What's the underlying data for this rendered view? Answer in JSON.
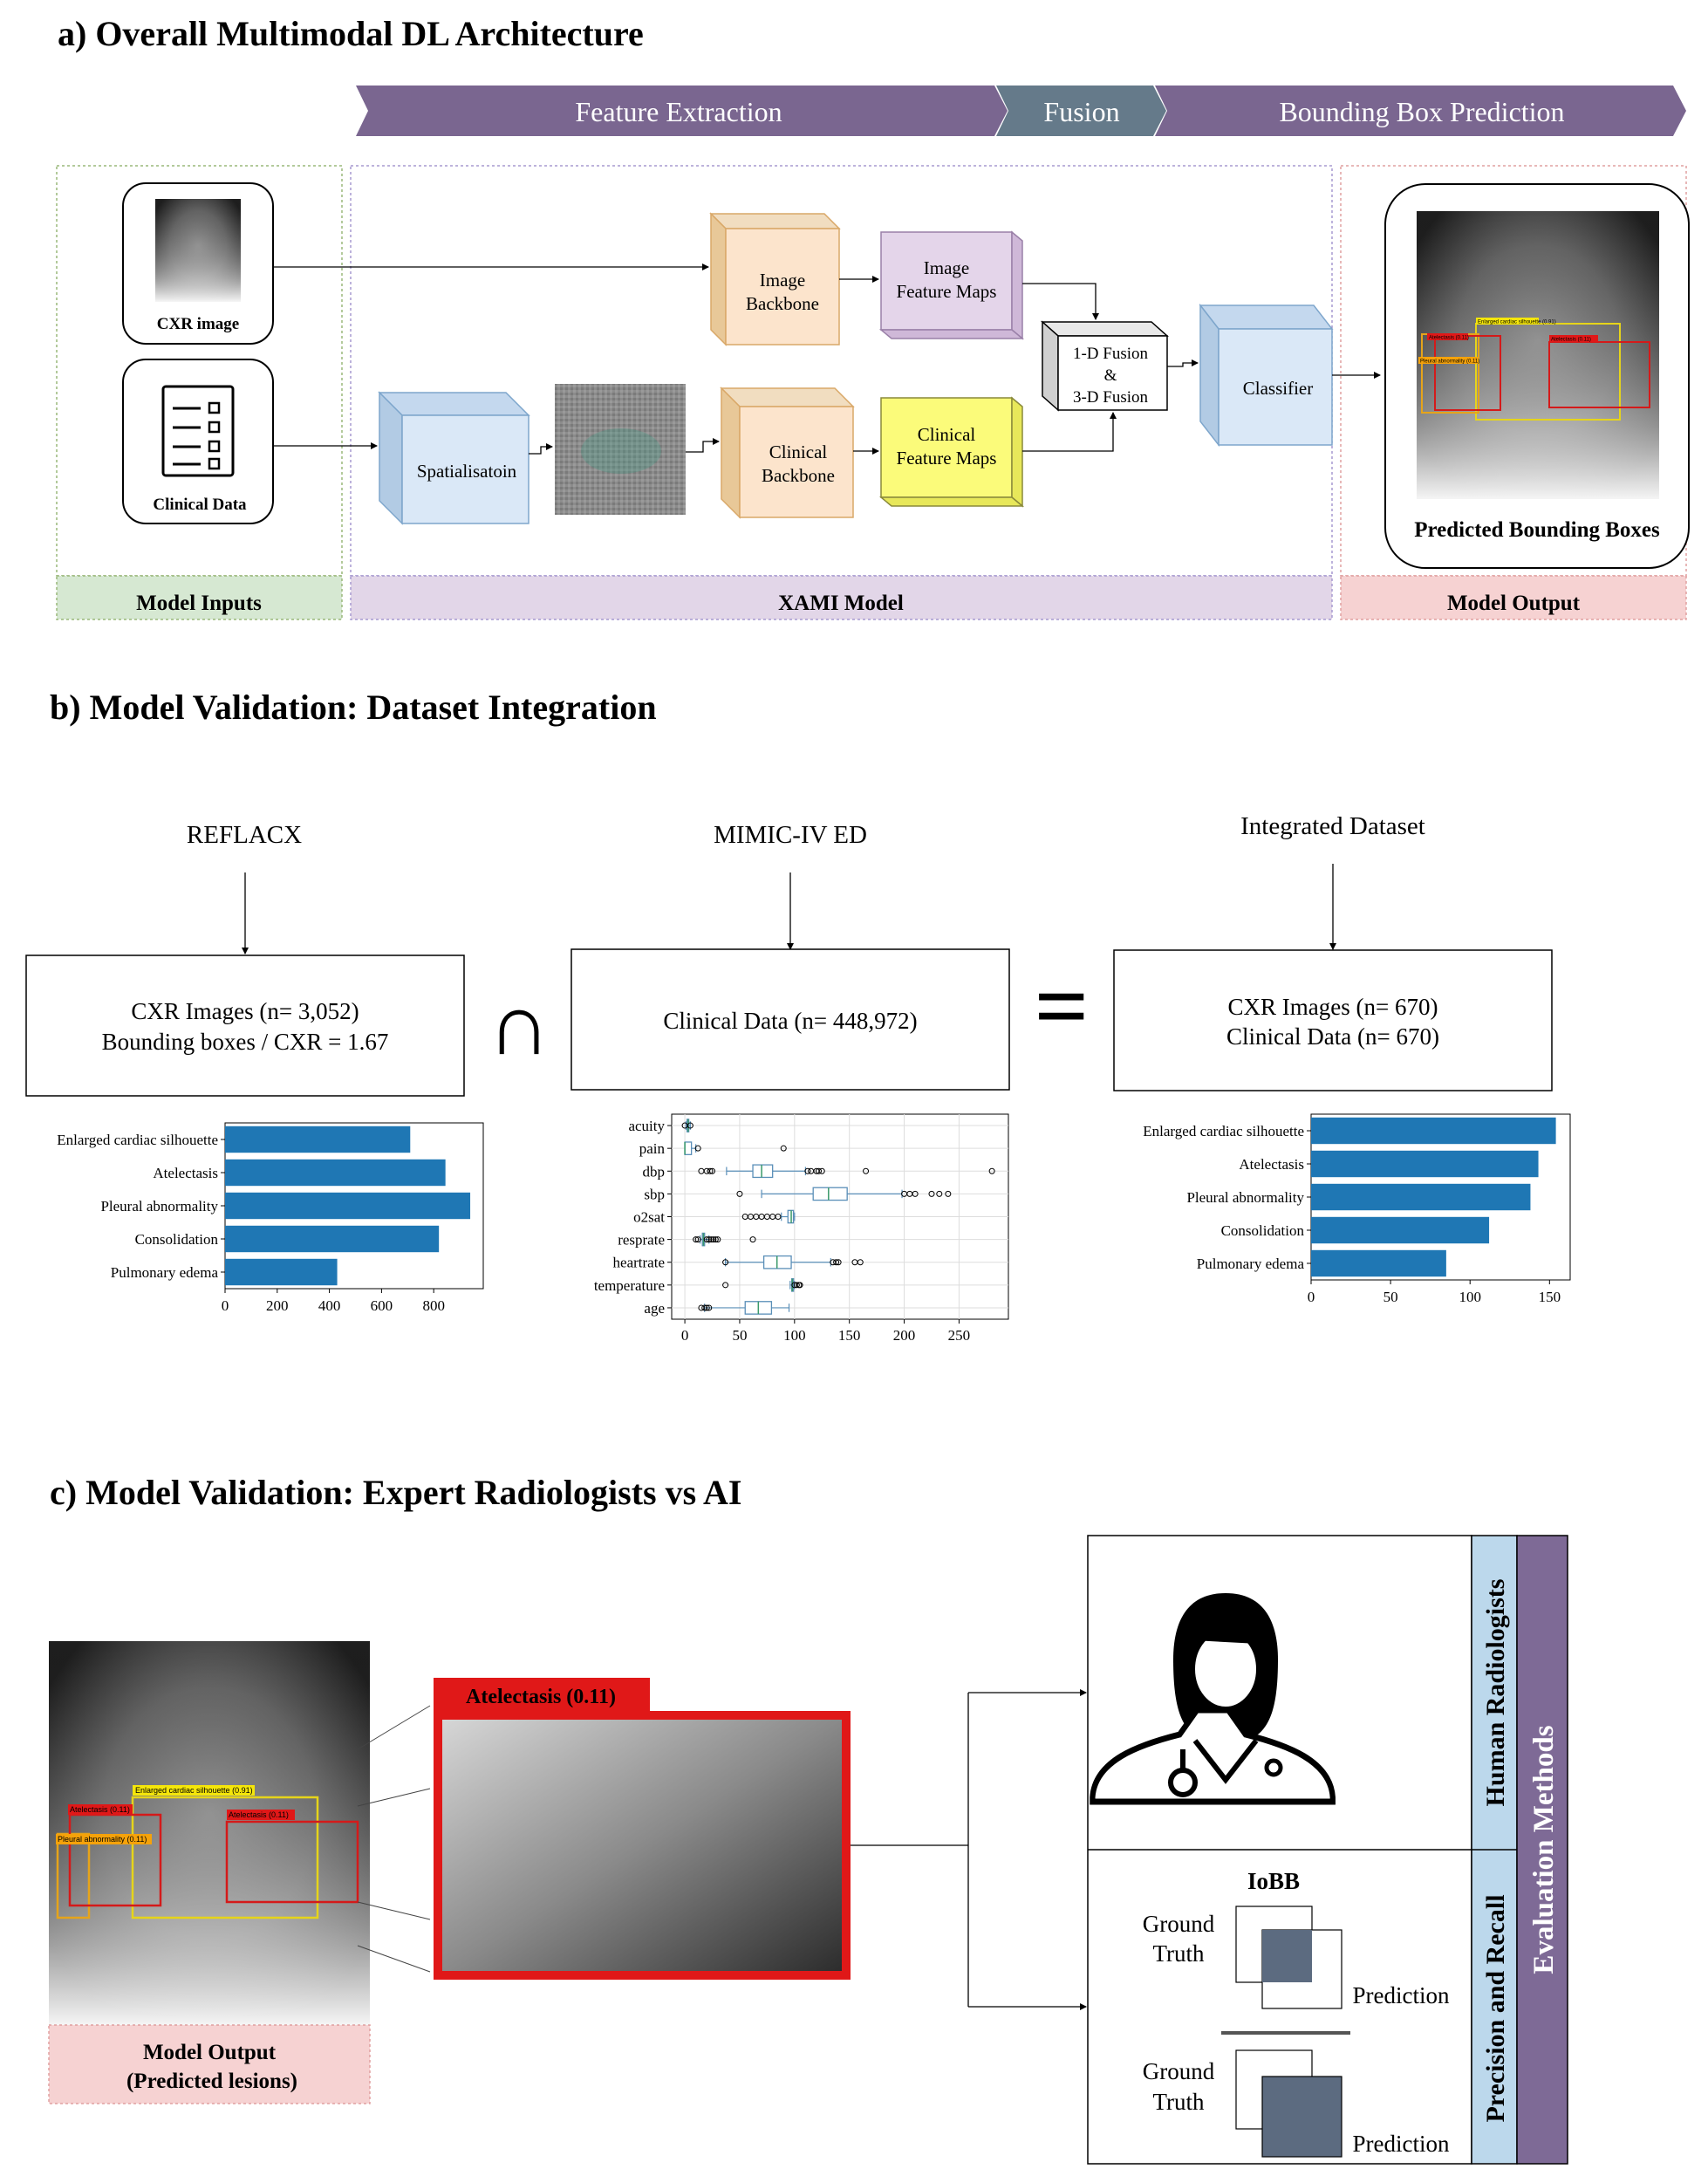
{
  "section_a": {
    "heading": "a) Overall Multimodal DL Architecture",
    "banner": [
      "Feature Extraction",
      "Fusion",
      "Bounding Box Prediction"
    ],
    "inputs": {
      "cxr": "CXR image",
      "clinical": "Clinical Data",
      "footer": "Model Inputs"
    },
    "model": {
      "image_backbone": "Image Backbone",
      "image_maps": "Image Feature Maps",
      "spatial": "Spatialisatoin",
      "clinical_backbone": "Clinical Backbone",
      "clinical_maps": "Clinical Feature Maps",
      "fusion": [
        "1-D Fusion",
        "&",
        "3-D Fusion"
      ],
      "classifier": "Classifier",
      "footer": "XAMI Model"
    },
    "output": {
      "caption": "Predicted Bounding Boxes",
      "footer": "Model Output",
      "box_labels": [
        "Enlarged cardiac silhouette (0.91)",
        "Atelectasis (0.11)",
        "Pleural abnormality (0.11)",
        "Atelectasis (0.11)"
      ]
    }
  },
  "section_b": {
    "heading": "b) Model Validation: Dataset Integration",
    "sources": [
      "REFLACX",
      "MIMIC-IV ED",
      "Integrated Dataset"
    ],
    "box1": [
      "CXR Images (n= 3,052)",
      "Bounding boxes / CXR = 1.67"
    ],
    "box2": [
      "Clinical Data (n= 448,972)"
    ],
    "box3": [
      "CXR Images (n= 670)",
      "Clinical Data (n= 670)"
    ],
    "operators": [
      "∩",
      "="
    ]
  },
  "section_c": {
    "heading": "c) Model Validation: Expert Radiologists vs AI",
    "zoom_label": "Atelectasis (0.11)",
    "output_caption": [
      "Model Output",
      "(Predicted lesions)"
    ],
    "human": "Human Radiologists",
    "precision": "Precision and Recall",
    "evaluation": "Evaluation Methods",
    "iobb": "IoBB",
    "ground_truth": [
      "Ground",
      "Truth"
    ],
    "prediction": "Prediction"
  },
  "colors": {
    "banner": "#7a6690",
    "fusion_banner": "#657a8a",
    "bar": "#1f77b4"
  },
  "chart_data": [
    {
      "type": "bar",
      "orientation": "horizontal",
      "categories": [
        "Enlarged cardiac silhouette",
        "Atelectasis",
        "Pleural abnormality",
        "Consolidation",
        "Pulmonary edema"
      ],
      "values": [
        710,
        845,
        940,
        820,
        430
      ],
      "xlim": [
        0,
        990
      ],
      "xticks": [
        "0",
        "200",
        "400",
        "600",
        "800"
      ],
      "grid": false
    },
    {
      "type": "box",
      "categories": [
        "acuity",
        "pain",
        "dbp",
        "sbp",
        "o2sat",
        "resprate",
        "heartrate",
        "temperature",
        "age"
      ],
      "boxes": [
        {
          "q1": 2,
          "median": 3,
          "q3": 3,
          "wl": 1,
          "wh": 5
        },
        {
          "q1": 0,
          "median": 0,
          "q3": 6,
          "wl": 0,
          "wh": 10
        },
        {
          "q1": 62,
          "median": 70,
          "q3": 80,
          "wl": 38,
          "wh": 110
        },
        {
          "q1": 117,
          "median": 131,
          "q3": 148,
          "wl": 70,
          "wh": 198
        },
        {
          "q1": 94,
          "median": 97,
          "q3": 99,
          "wl": 88,
          "wh": 100
        },
        {
          "q1": 16,
          "median": 17,
          "q3": 18,
          "wl": 14,
          "wh": 22
        },
        {
          "q1": 72,
          "median": 84,
          "q3": 97,
          "wl": 37,
          "wh": 133
        },
        {
          "q1": 97.5,
          "median": 98,
          "q3": 98.6,
          "wl": 96,
          "wh": 100
        },
        {
          "q1": 55,
          "median": 67,
          "q3": 79,
          "wl": 18,
          "wh": 95
        }
      ],
      "outliers": [
        [
          0,
          5
        ],
        [
          12,
          90
        ],
        [
          15,
          20,
          23,
          25,
          112,
          115,
          120,
          122,
          125,
          165,
          280
        ],
        [
          50,
          200,
          205,
          210,
          225,
          232,
          240
        ],
        [
          55,
          60,
          65,
          70,
          75,
          80,
          85
        ],
        [
          10,
          12,
          20,
          22,
          24,
          26,
          28,
          30,
          62
        ],
        [
          37,
          135,
          138,
          140,
          155,
          160
        ],
        [
          37,
          100,
          102,
          104,
          105
        ],
        [
          15,
          18,
          20,
          22
        ]
      ],
      "xlim": [
        -12,
        295
      ],
      "xticks": [
        "0",
        "50",
        "100",
        "150",
        "200",
        "250"
      ],
      "grid": true
    },
    {
      "type": "bar",
      "orientation": "horizontal",
      "categories": [
        "Enlarged cardiac silhouette",
        "Atelectasis",
        "Pleural abnormality",
        "Consolidation",
        "Pulmonary edema"
      ],
      "values": [
        154,
        143,
        138,
        112,
        85
      ],
      "xlim": [
        0,
        163
      ],
      "xticks": [
        "0",
        "50",
        "100",
        "150"
      ],
      "grid": false
    }
  ]
}
